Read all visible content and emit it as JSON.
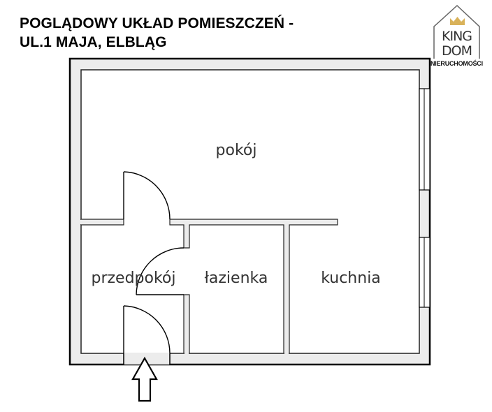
{
  "header": {
    "title_line1": "POGLĄDOWY UKŁAD POMIESZCZEŃ -",
    "title_line2": "UL.1 MAJA, ELBLĄG"
  },
  "logo": {
    "line1": "KING",
    "line2": "DOM",
    "subtitle": "NIERUCHOMOŚCI",
    "icon": "crown-house-icon",
    "crown_color": "#d9b25a",
    "outline_color": "#555555"
  },
  "floorplan": {
    "wall_fill": "#ececec",
    "wall_stroke": "#000000",
    "rooms": [
      {
        "id": "pokoj",
        "label": "pokój"
      },
      {
        "id": "przedpokoj",
        "label": "przedpokój"
      },
      {
        "id": "lazienka",
        "label": "łazienka"
      },
      {
        "id": "kuchnia",
        "label": "kuchnia"
      }
    ],
    "entrance_icon": "entrance-arrow-icon"
  }
}
